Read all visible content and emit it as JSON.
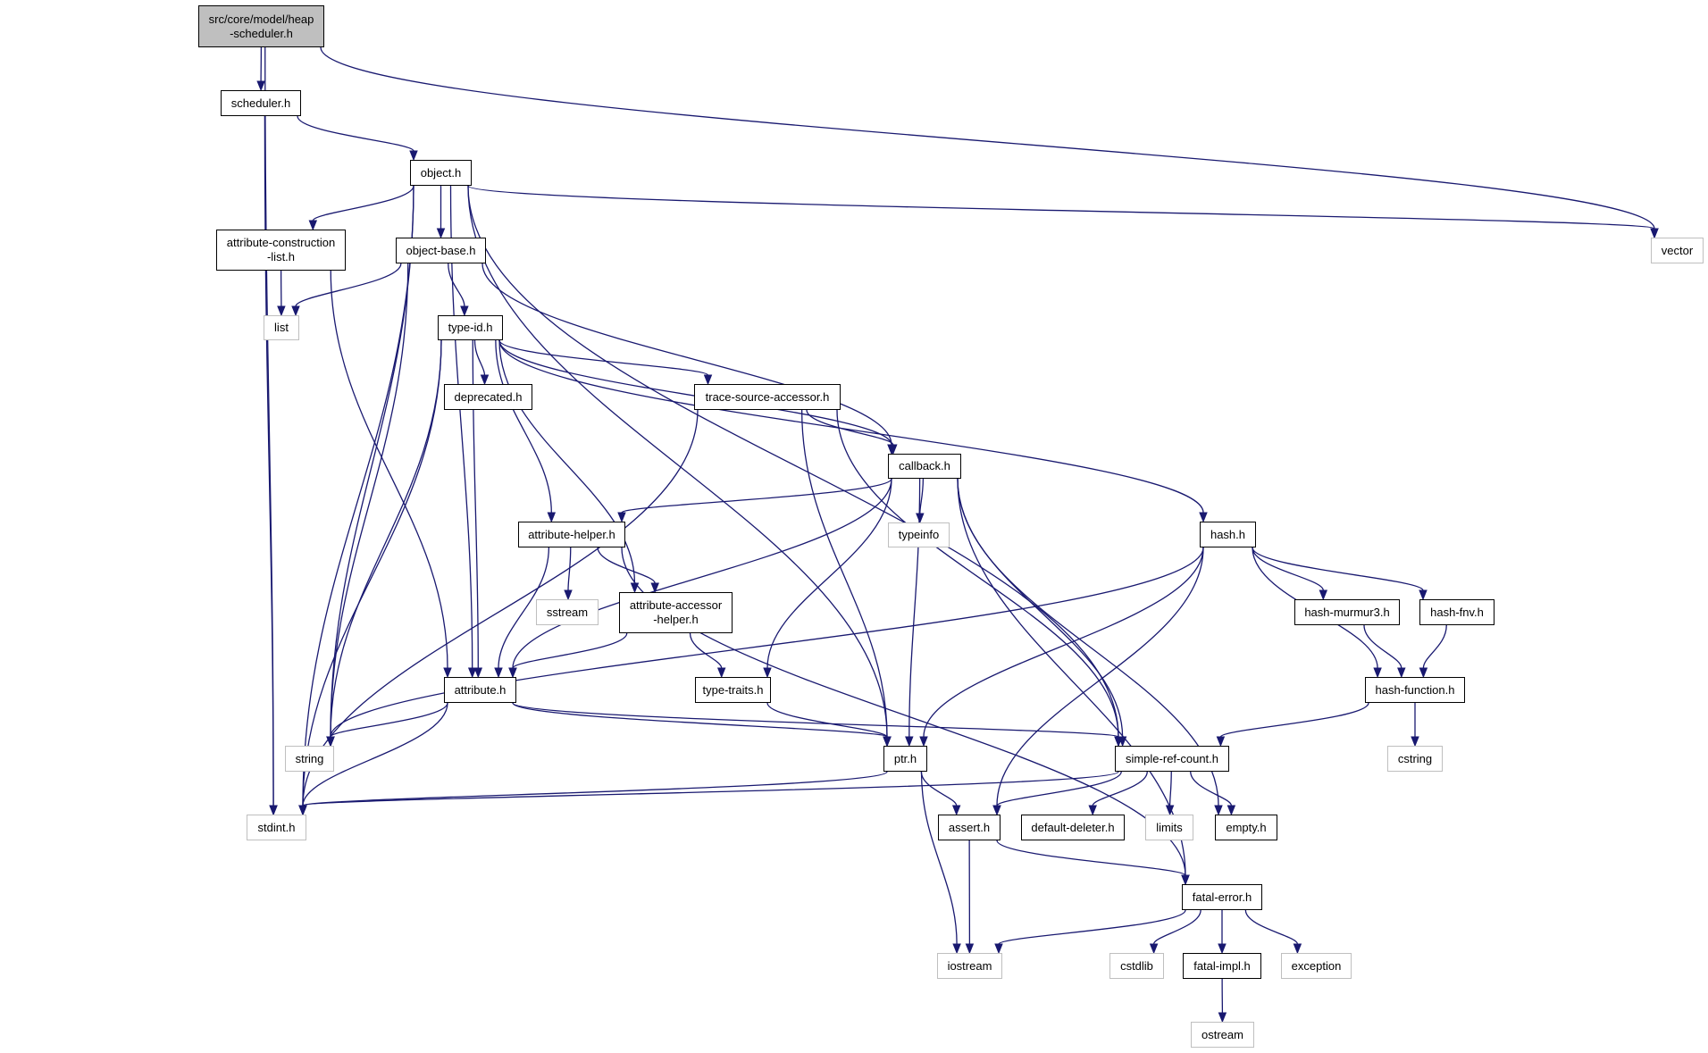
{
  "graph": {
    "title": "Include dependency graph for src/core/model/heap-scheduler.h",
    "colors": {
      "edge": "#191970",
      "root_fill": "#bfbfbf",
      "external_border": "#bfbfbf",
      "internal_border": "#000000"
    },
    "nodes": [
      {
        "id": "heap-scheduler",
        "label": "src/core/model/heap\n-scheduler.h",
        "kind": "root"
      },
      {
        "id": "scheduler",
        "label": "scheduler.h",
        "kind": "internal"
      },
      {
        "id": "object",
        "label": "object.h",
        "kind": "internal"
      },
      {
        "id": "vector",
        "label": "vector",
        "kind": "external"
      },
      {
        "id": "attribute-construction-list",
        "label": "attribute-construction\n-list.h",
        "kind": "internal"
      },
      {
        "id": "object-base",
        "label": "object-base.h",
        "kind": "internal"
      },
      {
        "id": "list",
        "label": "list",
        "kind": "external"
      },
      {
        "id": "type-id",
        "label": "type-id.h",
        "kind": "internal"
      },
      {
        "id": "deprecated",
        "label": "deprecated.h",
        "kind": "internal"
      },
      {
        "id": "trace-source-accessor",
        "label": "trace-source-accessor.h",
        "kind": "internal"
      },
      {
        "id": "callback",
        "label": "callback.h",
        "kind": "internal"
      },
      {
        "id": "typeinfo",
        "label": "typeinfo",
        "kind": "external"
      },
      {
        "id": "attribute-helper",
        "label": "attribute-helper.h",
        "kind": "internal"
      },
      {
        "id": "sstream",
        "label": "sstream",
        "kind": "external"
      },
      {
        "id": "attribute-accessor-helper",
        "label": "attribute-accessor\n-helper.h",
        "kind": "internal"
      },
      {
        "id": "hash",
        "label": "hash.h",
        "kind": "internal"
      },
      {
        "id": "hash-murmur3",
        "label": "hash-murmur3.h",
        "kind": "internal"
      },
      {
        "id": "hash-fnv",
        "label": "hash-fnv.h",
        "kind": "internal"
      },
      {
        "id": "hash-function",
        "label": "hash-function.h",
        "kind": "internal"
      },
      {
        "id": "cstring",
        "label": "cstring",
        "kind": "external"
      },
      {
        "id": "attribute",
        "label": "attribute.h",
        "kind": "internal"
      },
      {
        "id": "type-traits",
        "label": "type-traits.h",
        "kind": "internal"
      },
      {
        "id": "string",
        "label": "string",
        "kind": "external"
      },
      {
        "id": "ptr",
        "label": "ptr.h",
        "kind": "internal"
      },
      {
        "id": "simple-ref-count",
        "label": "simple-ref-count.h",
        "kind": "internal"
      },
      {
        "id": "stdint",
        "label": "stdint.h",
        "kind": "external"
      },
      {
        "id": "assert",
        "label": "assert.h",
        "kind": "internal"
      },
      {
        "id": "default-deleter",
        "label": "default-deleter.h",
        "kind": "internal"
      },
      {
        "id": "limits",
        "label": "limits",
        "kind": "external"
      },
      {
        "id": "empty",
        "label": "empty.h",
        "kind": "internal"
      },
      {
        "id": "fatal-error",
        "label": "fatal-error.h",
        "kind": "internal"
      },
      {
        "id": "iostream",
        "label": "iostream",
        "kind": "external"
      },
      {
        "id": "cstdlib",
        "label": "cstdlib",
        "kind": "external"
      },
      {
        "id": "fatal-impl",
        "label": "fatal-impl.h",
        "kind": "internal"
      },
      {
        "id": "exception",
        "label": "exception",
        "kind": "external"
      },
      {
        "id": "ostream",
        "label": "ostream",
        "kind": "external"
      }
    ],
    "edges": [
      [
        "heap-scheduler",
        "scheduler"
      ],
      [
        "heap-scheduler",
        "vector"
      ],
      [
        "heap-scheduler",
        "stdint"
      ],
      [
        "scheduler",
        "object"
      ],
      [
        "scheduler",
        "stdint"
      ],
      [
        "object",
        "attribute-construction-list"
      ],
      [
        "object",
        "object-base"
      ],
      [
        "object",
        "vector"
      ],
      [
        "object",
        "ptr"
      ],
      [
        "object",
        "simple-ref-count"
      ],
      [
        "object",
        "attribute"
      ],
      [
        "object",
        "string"
      ],
      [
        "object",
        "stdint"
      ],
      [
        "attribute-construction-list",
        "list"
      ],
      [
        "attribute-construction-list",
        "attribute"
      ],
      [
        "object-base",
        "list"
      ],
      [
        "object-base",
        "type-id"
      ],
      [
        "object-base",
        "callback"
      ],
      [
        "object-base",
        "string"
      ],
      [
        "type-id",
        "deprecated"
      ],
      [
        "type-id",
        "trace-source-accessor"
      ],
      [
        "type-id",
        "callback"
      ],
      [
        "type-id",
        "hash"
      ],
      [
        "type-id",
        "attribute-helper"
      ],
      [
        "type-id",
        "attribute-accessor-helper"
      ],
      [
        "type-id",
        "attribute"
      ],
      [
        "type-id",
        "string"
      ],
      [
        "type-id",
        "stdint"
      ],
      [
        "trace-source-accessor",
        "callback"
      ],
      [
        "trace-source-accessor",
        "ptr"
      ],
      [
        "trace-source-accessor",
        "simple-ref-count"
      ],
      [
        "trace-source-accessor",
        "stdint"
      ],
      [
        "callback",
        "typeinfo"
      ],
      [
        "callback",
        "attribute-helper"
      ],
      [
        "callback",
        "attribute"
      ],
      [
        "callback",
        "type-traits"
      ],
      [
        "callback",
        "ptr"
      ],
      [
        "callback",
        "simple-ref-count"
      ],
      [
        "callback",
        "empty"
      ],
      [
        "callback",
        "fatal-error"
      ],
      [
        "attribute-helper",
        "sstream"
      ],
      [
        "attribute-helper",
        "attribute-accessor-helper"
      ],
      [
        "attribute-helper",
        "attribute"
      ],
      [
        "attribute-helper",
        "fatal-error"
      ],
      [
        "attribute-accessor-helper",
        "attribute"
      ],
      [
        "attribute-accessor-helper",
        "type-traits"
      ],
      [
        "hash",
        "hash-murmur3"
      ],
      [
        "hash",
        "hash-fnv"
      ],
      [
        "hash",
        "hash-function"
      ],
      [
        "hash",
        "ptr"
      ],
      [
        "hash",
        "assert"
      ],
      [
        "hash",
        "string"
      ],
      [
        "hash-murmur3",
        "hash-function"
      ],
      [
        "hash-fnv",
        "hash-function"
      ],
      [
        "hash-function",
        "simple-ref-count"
      ],
      [
        "hash-function",
        "cstring"
      ],
      [
        "attribute",
        "string"
      ],
      [
        "attribute",
        "stdint"
      ],
      [
        "attribute",
        "ptr"
      ],
      [
        "attribute",
        "simple-ref-count"
      ],
      [
        "type-traits",
        "ptr"
      ],
      [
        "ptr",
        "assert"
      ],
      [
        "ptr",
        "iostream"
      ],
      [
        "ptr",
        "stdint"
      ],
      [
        "simple-ref-count",
        "assert"
      ],
      [
        "simple-ref-count",
        "default-deleter"
      ],
      [
        "simple-ref-count",
        "limits"
      ],
      [
        "simple-ref-count",
        "empty"
      ],
      [
        "simple-ref-count",
        "stdint"
      ],
      [
        "assert",
        "iostream"
      ],
      [
        "assert",
        "fatal-error"
      ],
      [
        "fatal-error",
        "iostream"
      ],
      [
        "fatal-error",
        "cstdlib"
      ],
      [
        "fatal-error",
        "fatal-impl"
      ],
      [
        "fatal-error",
        "exception"
      ],
      [
        "fatal-impl",
        "ostream"
      ]
    ]
  }
}
